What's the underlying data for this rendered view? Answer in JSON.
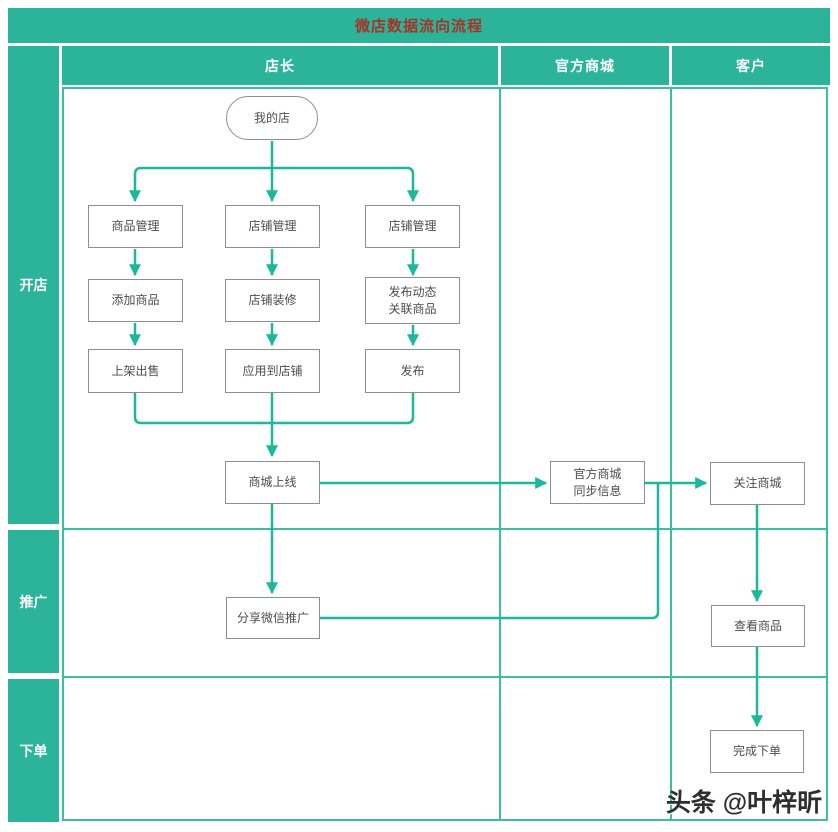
{
  "title": "微店数据流向流程",
  "columns": {
    "shopkeeper": "店长",
    "official_mall": "官方商城",
    "customer": "客户"
  },
  "lanes": {
    "open_shop": "开店",
    "promotion": "推广",
    "place_order": "下单"
  },
  "nodes": {
    "my_shop": "我的店",
    "product_management": "商品管理",
    "shop_management_1": "店铺管理",
    "shop_management_2": "店铺管理",
    "add_product": "添加商品",
    "shop_decoration": "店铺装修",
    "publish_dynamic": "发布动态\n关联商品",
    "put_on_sale": "上架出售",
    "apply_to_shop": "应用到店铺",
    "publish": "发布",
    "mall_online": "商城上线",
    "official_mall_sync": "官方商城\n同步信息",
    "follow_mall": "关注商城",
    "share_wechat_promo": "分享微信推广",
    "view_product": "查看商品",
    "complete_order": "完成下单"
  },
  "watermark": "头条 @叶梓昕",
  "colors": {
    "teal": "#2bb49a",
    "grid": "#3bbfa4",
    "connector": "#1db89b",
    "title_text": "#a93226",
    "box_border": "#8f8f8f",
    "box_text": "#4d4d4d",
    "watermark_text": "#2e2e2e"
  }
}
